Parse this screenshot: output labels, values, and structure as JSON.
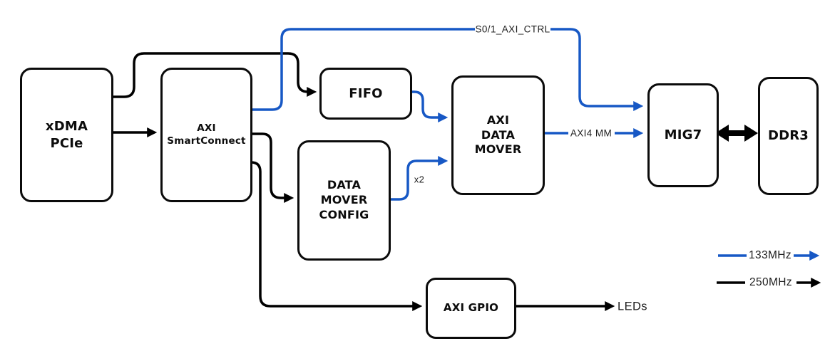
{
  "diagram": {
    "background_color": "#ffffff",
    "line_colors": {
      "fast_blue": "#1758c5",
      "slow_black": "#000000"
    },
    "blocks": [
      {
        "id": "xdma-pcie",
        "label": "xDMA\nPCIe"
      },
      {
        "id": "axi-smartconnect",
        "label": "AXI\nSmartConnect"
      },
      {
        "id": "fifo",
        "label": "FIFO"
      },
      {
        "id": "data-mover-config",
        "label": "DATA\nMOVER\nCONFIG"
      },
      {
        "id": "axi-data-mover",
        "label": "AXI\nDATA\nMOVER"
      },
      {
        "id": "mig7",
        "label": "MIG7"
      },
      {
        "id": "ddr3",
        "label": "DDR3"
      },
      {
        "id": "axi-gpio",
        "label": "AXI GPIO"
      }
    ],
    "edge_labels": {
      "s01_axi_ctrl": "S0/1_AXI_CTRL",
      "axi4_mm": "AXI4 MM",
      "x2": "x2",
      "leds": "LEDs"
    },
    "legend": {
      "items": [
        {
          "label": "133MHz",
          "color": "#1758c5"
        },
        {
          "label": "250MHz",
          "color": "#000000"
        }
      ]
    }
  }
}
